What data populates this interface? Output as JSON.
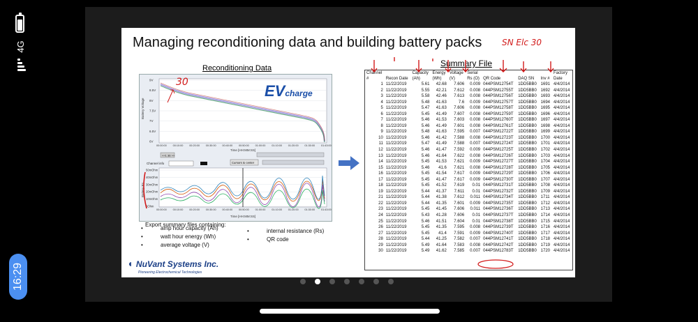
{
  "status": {
    "network": "4G",
    "time": "16:29",
    "battery_level": 0.85
  },
  "slide": {
    "title": "Managing reconditioning data and building battery packs",
    "recon_title": "Reconditioning Data",
    "summary_title": "Summary File",
    "ev_logo": "EV",
    "ev_logo_small": "charge",
    "chart": {
      "y_label_top": "Battery Voltage",
      "y_ticks_top": [
        "9V",
        "8.5V",
        "8V",
        "7.5V",
        "7V",
        "6.5V",
        "6V"
      ],
      "y_label_bottom": "Battery Rs",
      "y_ticks_bottom": [
        "50mOhm",
        "40mOhm",
        "30mOhm",
        "20mOhm",
        "10mOhm",
        "0Ohm"
      ],
      "x_ticks": [
        "00:00:00",
        "00:10:00",
        "00:20:00",
        "00:30:00",
        "00:40:00",
        "00:50:00",
        "01:00:00",
        "01:10:00",
        "01:20:00",
        "01:30:00",
        "01:43:00"
      ],
      "x_label": "Time [HH:MM:SS]",
      "channel_info": "Channel info",
      "cursors_button": "Cursors to center",
      "zoom_label": "<<1 36 >>"
    },
    "export_head": "Export summary files containing:",
    "bullets_left": [
      "amp hour capacity (Ah)",
      "watt hour energy (Wh)",
      "average voltage (V)"
    ],
    "bullets_right": [
      "internal resistance (Rs)",
      "QR code"
    ],
    "company": "NuVant Systems Inc.",
    "company_tag": "Pioneering Electrochemical Technologies",
    "annot_sn": "SN Elc 30",
    "annot_30": "30",
    "table": {
      "header1": [
        "Channel",
        "",
        "Capacity",
        "Energy",
        "Voltage",
        "Serial",
        "",
        "",
        "",
        "Factory"
      ],
      "header2": [
        "#",
        "Recon Date",
        "(Ah)",
        "(Wh)",
        "(V)",
        "Rs (O)",
        "QR Code",
        "DAQ SN",
        "Inv #",
        "Date"
      ],
      "rows": [
        [
          "1",
          "11/22/2019",
          "5.61",
          "42.68",
          "7.606",
          "0.009",
          "044PSM12754T",
          "1DD5BB0",
          "1691",
          "4/4/2014"
        ],
        [
          "2",
          "11/22/2019",
          "5.55",
          "42.21",
          "7.612",
          "0.008",
          "044PSM12755T",
          "1DD5BB0",
          "1692",
          "4/4/2014"
        ],
        [
          "3",
          "11/22/2019",
          "5.58",
          "42.46",
          "7.613",
          "0.008",
          "044PSM12756T",
          "1DD5BB0",
          "1693",
          "4/4/2014"
        ],
        [
          "4",
          "11/22/2019",
          "5.48",
          "41.63",
          "7.6",
          "0.009",
          "044PSM12757T",
          "1DD5BB0",
          "1694",
          "4/4/2014"
        ],
        [
          "5",
          "11/22/2019",
          "5.47",
          "41.63",
          "7.606",
          "0.008",
          "044PSM12758T",
          "1DD5BB0",
          "1695",
          "4/4/2014"
        ],
        [
          "6",
          "11/22/2019",
          "5.45",
          "41.49",
          "7.607",
          "0.008",
          "044PSM12759T",
          "1DD5BB0",
          "1696",
          "4/4/2014"
        ],
        [
          "7",
          "11/22/2019",
          "5.46",
          "41.53",
          "7.603",
          "0.008",
          "044PSM12760T",
          "1DD5BB0",
          "1697",
          "4/4/2014"
        ],
        [
          "8",
          "11/22/2019",
          "5.46",
          "41.49",
          "7.601",
          "0.008",
          "044PSM12761T",
          "1DD5BB0",
          "1698",
          "4/4/2014"
        ],
        [
          "9",
          "11/22/2019",
          "5.48",
          "41.63",
          "7.595",
          "0.007",
          "044PSM12722T",
          "1DD5BB0",
          "1699",
          "4/4/2014"
        ],
        [
          "10",
          "11/22/2019",
          "5.46",
          "41.42",
          "7.588",
          "0.008",
          "044PSM12723T",
          "1DD5BB0",
          "1700",
          "4/4/2014"
        ],
        [
          "11",
          "11/22/2019",
          "5.47",
          "41.49",
          "7.588",
          "0.007",
          "044PSM12724T",
          "1DD5BB0",
          "1701",
          "4/4/2014"
        ],
        [
          "12",
          "11/22/2019",
          "5.46",
          "41.47",
          "7.592",
          "0.009",
          "044PSM12725T",
          "1DD5BB0",
          "1702",
          "4/4/2014"
        ],
        [
          "13",
          "11/22/2019",
          "5.46",
          "41.64",
          "7.622",
          "0.008",
          "044PSM12726T",
          "1DD5BB0",
          "1703",
          "4/4/2014"
        ],
        [
          "14",
          "11/22/2019",
          "5.45",
          "41.53",
          "7.621",
          "0.009",
          "044PSM12727T",
          "1DD5BB0",
          "1704",
          "4/4/2014"
        ],
        [
          "15",
          "11/22/2019",
          "5.46",
          "41.6",
          "7.621",
          "0.008",
          "044PSM12728T",
          "1DD5BB0",
          "1705",
          "4/4/2014"
        ],
        [
          "16",
          "11/22/2019",
          "5.45",
          "41.54",
          "7.617",
          "0.009",
          "044PSM12729T",
          "1DD5BB0",
          "1706",
          "4/4/2014"
        ],
        [
          "17",
          "11/22/2019",
          "5.45",
          "41.47",
          "7.617",
          "0.009",
          "044PSM12730T",
          "1DD5BB0",
          "1707",
          "4/4/2014"
        ],
        [
          "18",
          "11/22/2019",
          "5.45",
          "41.52",
          "7.619",
          "0.01",
          "044PSM12731T",
          "1DD5BB0",
          "1708",
          "4/4/2014"
        ],
        [
          "19",
          "11/22/2019",
          "5.44",
          "41.37",
          "7.611",
          "0.01",
          "044PSM12732T",
          "1DD5BB0",
          "1709",
          "4/4/2014"
        ],
        [
          "21",
          "11/22/2019",
          "5.44",
          "41.38",
          "7.612",
          "0.011",
          "044PSM12734T",
          "1DD5BB0",
          "1711",
          "4/4/2014"
        ],
        [
          "22",
          "11/22/2019",
          "5.44",
          "41.35",
          "7.601",
          "0.009",
          "044PSM12735T",
          "1DD5BB0",
          "1712",
          "4/4/2014"
        ],
        [
          "23",
          "11/22/2019",
          "5.45",
          "41.45",
          "7.606",
          "0.011",
          "044PSM12736T",
          "1DD5BB0",
          "1713",
          "4/4/2014"
        ],
        [
          "24",
          "11/22/2019",
          "5.43",
          "41.28",
          "7.606",
          "0.01",
          "044PSM12737T",
          "1DD5BB0",
          "1714",
          "4/4/2014"
        ],
        [
          "25",
          "11/22/2019",
          "5.46",
          "41.51",
          "7.604",
          "0.01",
          "044PSM12738T",
          "1DD5BB0",
          "1715",
          "4/4/2014"
        ],
        [
          "26",
          "11/22/2019",
          "5.45",
          "41.35",
          "7.595",
          "0.008",
          "044PSM12739T",
          "1DD5BB0",
          "1716",
          "4/4/2014"
        ],
        [
          "27",
          "11/22/2019",
          "5.45",
          "41.4",
          "7.591",
          "0.009",
          "044PSM12740T",
          "1DD5BB0",
          "1717",
          "4/4/2014"
        ],
        [
          "28",
          "11/22/2019",
          "5.44",
          "41.25",
          "7.582",
          "0.007",
          "044PSM12741T",
          "1DD5BB0",
          "1718",
          "4/4/2014"
        ],
        [
          "29",
          "11/22/2019",
          "5.49",
          "41.64",
          "7.583",
          "0.008",
          "044PSM12742T",
          "1DD5BB0",
          "1719",
          "4/4/2014"
        ],
        [
          "30",
          "11/22/2019",
          "5.49",
          "41.62",
          "7.585",
          "0.007",
          "044PSM12783T",
          "1DD5BB0",
          "1720",
          "4/4/2014"
        ]
      ]
    }
  },
  "pager": {
    "count": 7,
    "active": 1
  },
  "colors": {
    "annotation": "#d21a1a",
    "accent": "#1b4fa8",
    "clock_pill": "#4b8ff1"
  }
}
